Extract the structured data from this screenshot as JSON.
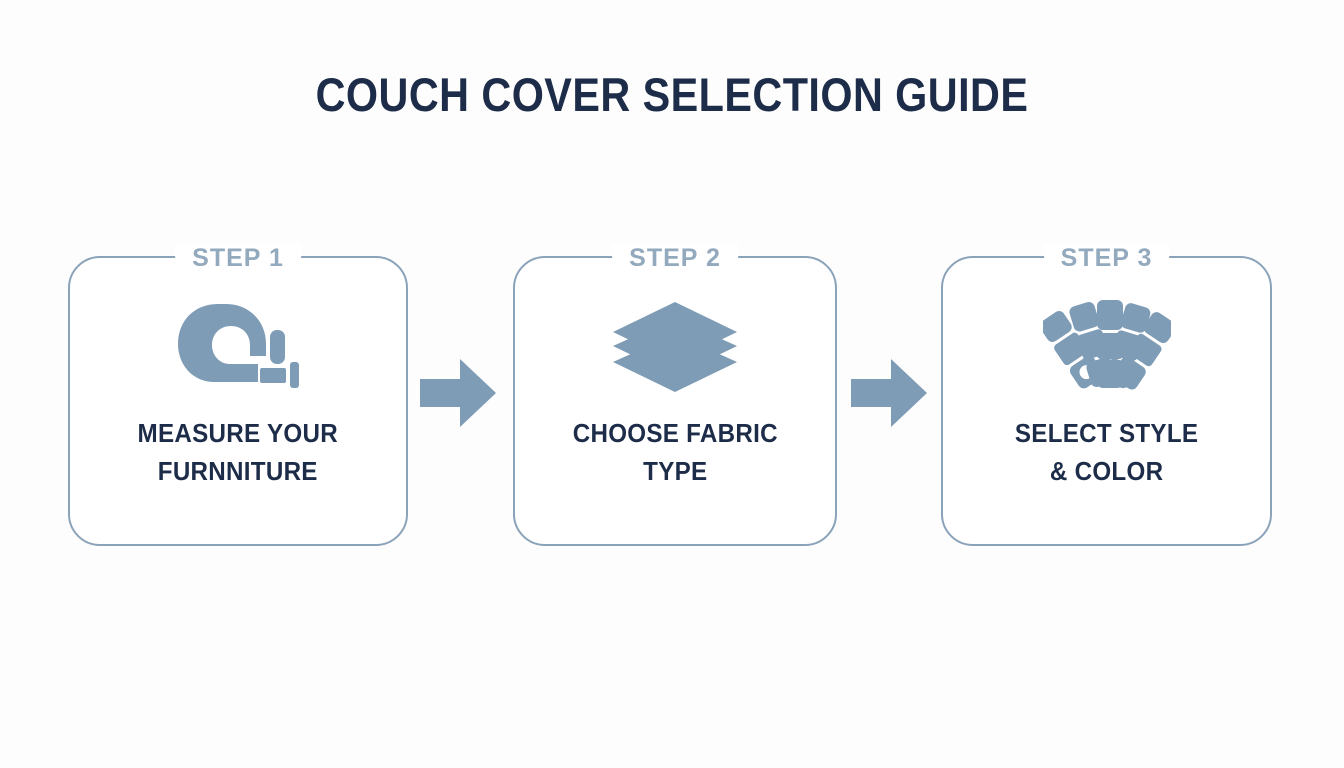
{
  "header": {
    "title": "COUCH COVER SELECTION GUIDE"
  },
  "colors": {
    "background": "#fdfdfd",
    "title_navy": "#1d2d49",
    "card_border": "#8ba3b9",
    "step_label": "#93a9bd",
    "icon_blue": "#7e9cb5",
    "arrow_blue": "#7e9cb5",
    "card_fill": "#ffffff"
  },
  "steps": [
    {
      "badge": "STEP 1",
      "icon": "tape-measure-icon",
      "label_line1": "MEASURE YOUR",
      "label_line2": "FURNNITURE"
    },
    {
      "badge": "STEP 2",
      "icon": "layers-stack-icon",
      "label_line1": "CHOOSE FABRIC",
      "label_line2": "TYPE"
    },
    {
      "badge": "STEP 3",
      "icon": "color-swatch-fan-icon",
      "label_line1": "SELECT STYLE",
      "label_line2": "& COLOR"
    }
  ],
  "connectors": [
    {
      "name": "arrow-right-1"
    },
    {
      "name": "arrow-right-2"
    }
  ]
}
